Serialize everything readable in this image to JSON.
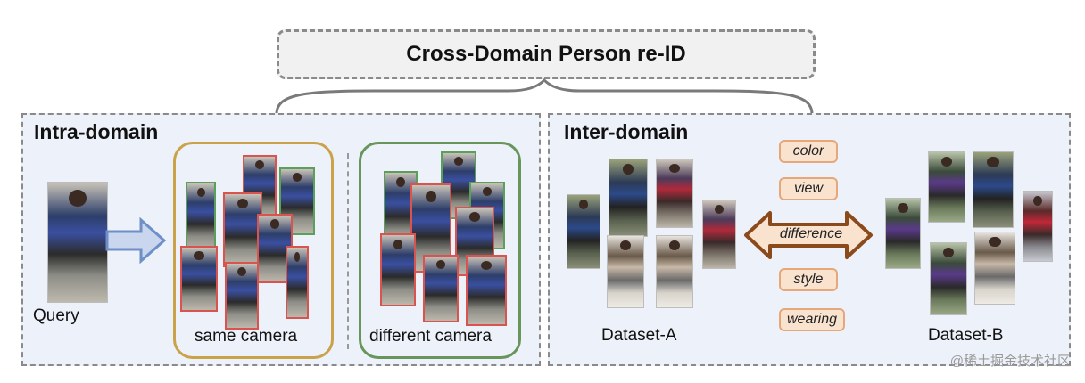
{
  "title": "Cross-Domain Person re-ID",
  "intra": {
    "title": "Intra-domain",
    "query_label": "Query",
    "same_label": "same camera",
    "diff_label": "different camera"
  },
  "inter": {
    "title": "Inter-domain",
    "dataset_a": "Dataset-A",
    "dataset_b": "Dataset-B",
    "factors": [
      "color",
      "view",
      "difference",
      "style",
      "wearing"
    ]
  },
  "colors": {
    "same_camera_border": "#c9a24a",
    "diff_camera_border": "#68955c",
    "match_border": "#5aa05a",
    "nonmatch_border": "#d9534f",
    "tag_fill": "#f9e3cf",
    "tag_border": "#e6a87a",
    "arrow_fill": "#f9e3cf",
    "arrow_stroke": "#8b4a1c",
    "query_arrow": "#6f8fc8"
  },
  "watermark": "@稀土掘金技术社区"
}
